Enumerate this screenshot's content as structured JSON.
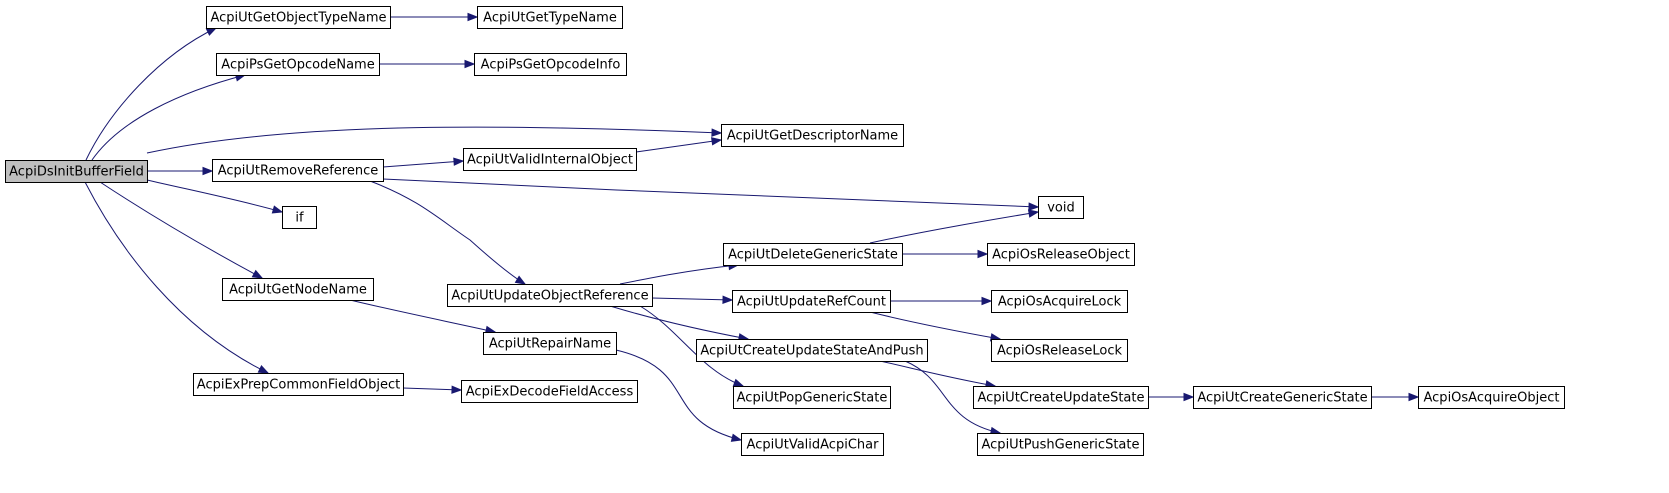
{
  "graph": {
    "colors": {
      "edge": "#191970",
      "root_fill": "#bfbfbf",
      "node_fill": "#ffffff",
      "border": "#000000"
    },
    "nodes": [
      {
        "id": "n0",
        "label": "AcpiDsInitBufferField",
        "root": true
      },
      {
        "id": "n1",
        "label": "AcpiUtGetObjectTypeName"
      },
      {
        "id": "n2",
        "label": "AcpiUtGetTypeName"
      },
      {
        "id": "n3",
        "label": "AcpiPsGetOpcodeName"
      },
      {
        "id": "n4",
        "label": "AcpiPsGetOpcodeInfo"
      },
      {
        "id": "n5",
        "label": "AcpiUtGetDescriptorName"
      },
      {
        "id": "n6",
        "label": "AcpiUtRemoveReference"
      },
      {
        "id": "n7",
        "label": "AcpiUtValidInternalObject"
      },
      {
        "id": "n8",
        "label": "void"
      },
      {
        "id": "n9",
        "label": "if"
      },
      {
        "id": "n10",
        "label": "AcpiUtDeleteGenericState"
      },
      {
        "id": "n11",
        "label": "AcpiOsReleaseObject"
      },
      {
        "id": "n12",
        "label": "AcpiUtGetNodeName"
      },
      {
        "id": "n13",
        "label": "AcpiUtUpdateObjectReference"
      },
      {
        "id": "n14",
        "label": "AcpiUtUpdateRefCount"
      },
      {
        "id": "n15",
        "label": "AcpiOsAcquireLock"
      },
      {
        "id": "n16",
        "label": "AcpiUtRepairName"
      },
      {
        "id": "n17",
        "label": "AcpiUtCreateUpdateStateAndPush"
      },
      {
        "id": "n18",
        "label": "AcpiOsReleaseLock"
      },
      {
        "id": "n19",
        "label": "AcpiExPrepCommonFieldObject"
      },
      {
        "id": "n20",
        "label": "AcpiExDecodeFieldAccess"
      },
      {
        "id": "n21",
        "label": "AcpiUtCreateUpdateState"
      },
      {
        "id": "n22",
        "label": "AcpiUtCreateGenericState"
      },
      {
        "id": "n23",
        "label": "AcpiOsAcquireObject"
      },
      {
        "id": "n24",
        "label": "AcpiUtPopGenericState"
      },
      {
        "id": "n25",
        "label": "AcpiUtValidAcpiChar"
      },
      {
        "id": "n26",
        "label": "AcpiUtPushGenericState"
      }
    ],
    "edges": [
      {
        "from": "n0",
        "to": "n1"
      },
      {
        "from": "n0",
        "to": "n3"
      },
      {
        "from": "n0",
        "to": "n5"
      },
      {
        "from": "n0",
        "to": "n6"
      },
      {
        "from": "n0",
        "to": "n9"
      },
      {
        "from": "n0",
        "to": "n12"
      },
      {
        "from": "n0",
        "to": "n19"
      },
      {
        "from": "n1",
        "to": "n2"
      },
      {
        "from": "n3",
        "to": "n4"
      },
      {
        "from": "n6",
        "to": "n7"
      },
      {
        "from": "n6",
        "to": "n8"
      },
      {
        "from": "n6",
        "to": "n13"
      },
      {
        "from": "n7",
        "to": "n5"
      },
      {
        "from": "n10",
        "to": "n8"
      },
      {
        "from": "n10",
        "to": "n11"
      },
      {
        "from": "n12",
        "to": "n16"
      },
      {
        "from": "n13",
        "to": "n10"
      },
      {
        "from": "n13",
        "to": "n14"
      },
      {
        "from": "n13",
        "to": "n17"
      },
      {
        "from": "n13",
        "to": "n24"
      },
      {
        "from": "n14",
        "to": "n15"
      },
      {
        "from": "n14",
        "to": "n18"
      },
      {
        "from": "n16",
        "to": "n25"
      },
      {
        "from": "n17",
        "to": "n21"
      },
      {
        "from": "n17",
        "to": "n26"
      },
      {
        "from": "n19",
        "to": "n20"
      },
      {
        "from": "n21",
        "to": "n22"
      },
      {
        "from": "n22",
        "to": "n23"
      }
    ]
  }
}
